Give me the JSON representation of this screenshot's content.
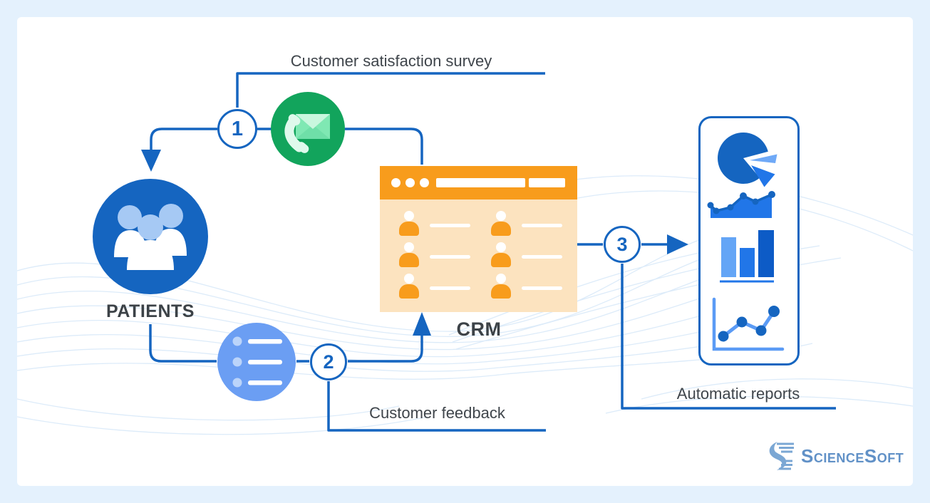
{
  "colors": {
    "background": "#E4F1FD",
    "card": "#FFFFFF",
    "line_blue": "#1565C0",
    "green": "#12A45C",
    "orange": "#F89C1C",
    "orange_light": "#FCE3BF",
    "patients_blue": "#1565C0",
    "feedback_blue": "#6B9EF3",
    "text_dark": "#3C4247",
    "logo_blue": "#6191C7",
    "chart_light_blue": "#64A5F6",
    "chart_medium_blue": "#2176E8",
    "chart_dark_blue": "#0D5BC6",
    "wave_blue": "#D9E9F9"
  },
  "flow": {
    "step1": {
      "number": "1",
      "label": "Customer satisfaction survey",
      "icon": "phone-mail-icon"
    },
    "step2": {
      "number": "2",
      "label": "Customer feedback",
      "icon": "list-icon"
    },
    "step3": {
      "number": "3",
      "label": "Automatic reports",
      "icons": [
        "pie-chart-icon",
        "area-chart-icon",
        "bar-chart-icon",
        "line-chart-icon"
      ]
    }
  },
  "nodes": {
    "patients": {
      "label": "PATIENTS",
      "icon": "people-group-icon"
    },
    "crm": {
      "label": "CRM",
      "icon": "browser-window-icon"
    }
  },
  "brand": {
    "name": "ScienceSoft",
    "parts": {
      "s1": "S",
      "cience": "CIENCE",
      "s2": "S",
      "oft": "OFT"
    },
    "icon": "sciencesoft-logo-icon"
  }
}
